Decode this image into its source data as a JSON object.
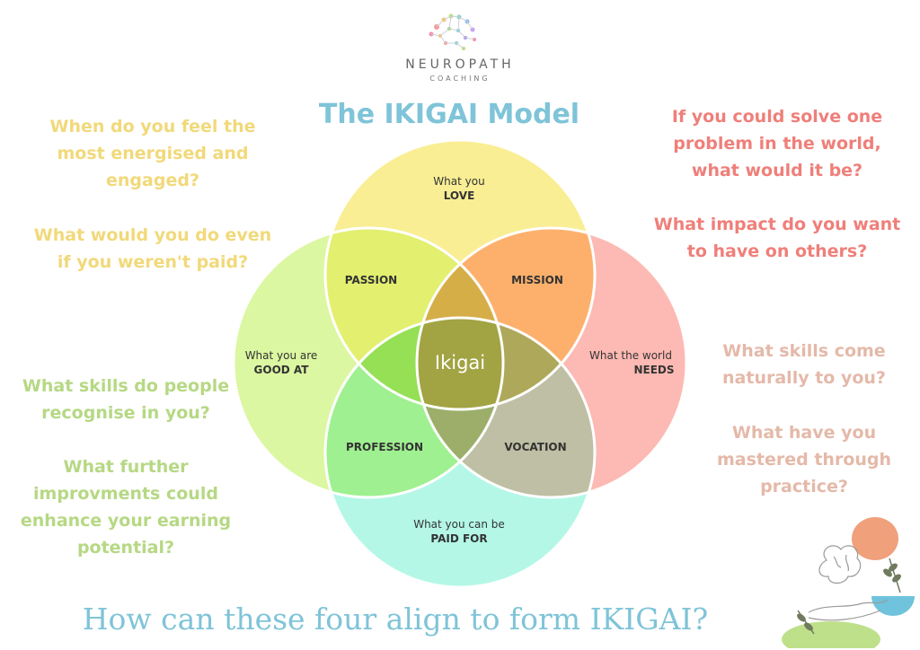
{
  "brand": {
    "name": "NEUROPATH",
    "tagline": "COACHING"
  },
  "title": "The IKIGAI Model",
  "bottom_question": "How can these four align to form IKIGAI?",
  "circles": {
    "love": {
      "line1": "What you",
      "line2": "LOVE",
      "color": "#f9ee94"
    },
    "good_at": {
      "line1": "What you are",
      "line2": "GOOD AT",
      "color": "#dbf7a1"
    },
    "needs": {
      "line1": "What the world",
      "line2": "NEEDS",
      "color": "#fdb9b3"
    },
    "paid_for": {
      "line1": "What you can be",
      "line2": "PAID FOR",
      "color": "#b4f7e6"
    }
  },
  "overlaps": {
    "passion": "PASSION",
    "mission": "MISSION",
    "profession": "PROFESSION",
    "vocation": "VOCATION",
    "center": "Ikigai"
  },
  "questions": {
    "love": [
      "When do you feel the",
      "most energised and",
      "engaged?",
      "What would you do even",
      "if you weren't paid?"
    ],
    "good_at": [
      "What skills do people",
      "recognise in you?",
      "What further",
      "improvments could",
      "enhance your earning",
      "potential?"
    ],
    "needs": [
      "If you could solve one",
      "problem in the world,",
      "what would it be?",
      "What impact do you want",
      "to have on others?"
    ],
    "paid_for": [
      "What skills come",
      "naturally to you?",
      "What have you",
      "mastered through",
      "practice?"
    ]
  },
  "colors": {
    "passion": "#e3ef6f",
    "mission": "#fdb06c",
    "profession": "#9ff090",
    "vocation": "#bebfa4",
    "center": "#a2a343",
    "accent": "#7fc4d8"
  }
}
